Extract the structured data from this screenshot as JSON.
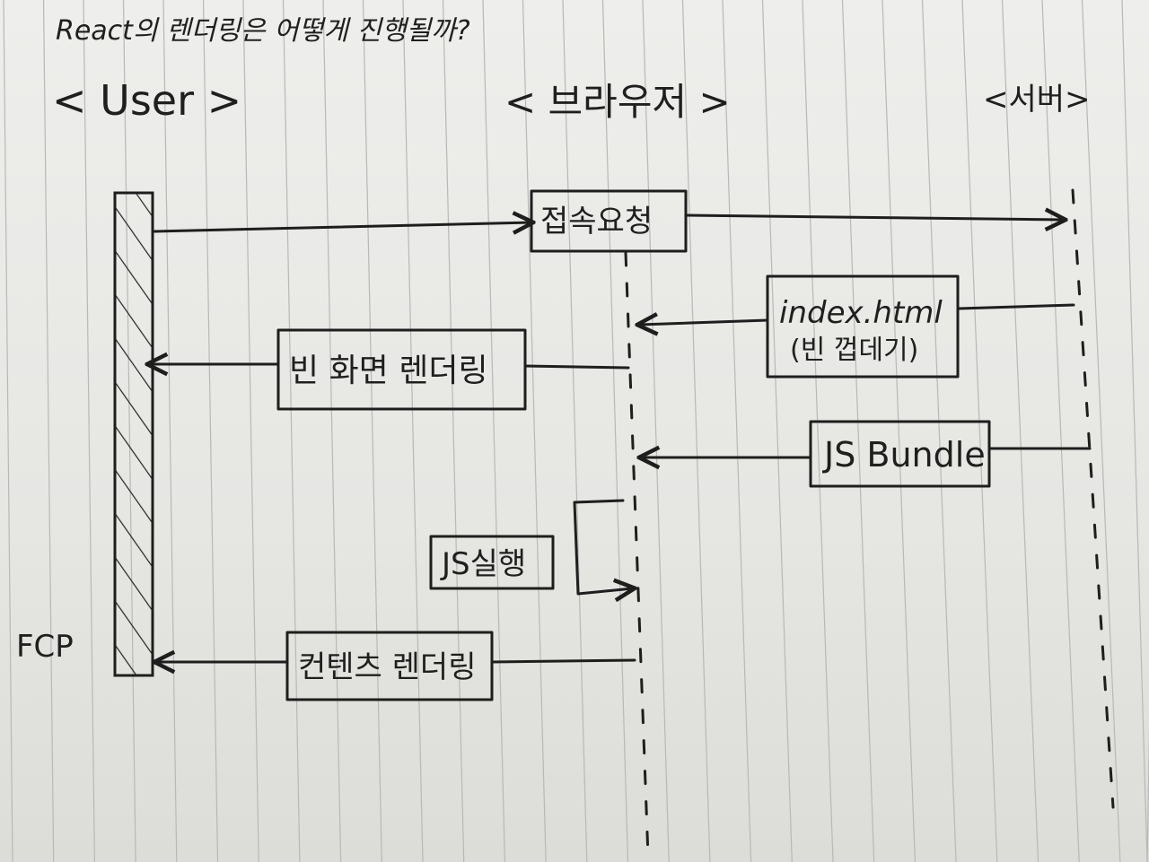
{
  "title": "React의 렌더링은 어떻게 진행될까?",
  "participants": {
    "user": "< User >",
    "browser": "< 브라우저 >",
    "server": "<서버>"
  },
  "messages": {
    "connect": "접속요청",
    "index_line1": "index.html",
    "index_line2": "(빈 껍데기)",
    "blank_render": "빈 화면 렌더링",
    "js_bundle": "JS Bundle",
    "js_run": "JS실행",
    "content_render": "컨텐츠 렌더링"
  },
  "fcp_label": "FCP"
}
